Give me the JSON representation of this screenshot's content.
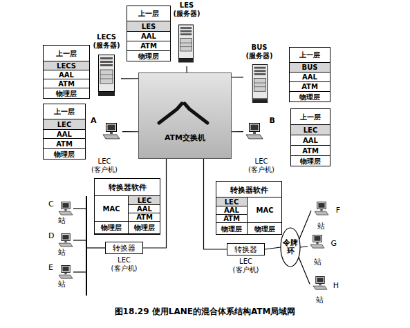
{
  "diagram": {
    "caption": "图18.29 使用LANE的混合体系结构ATM局域网",
    "nodes": [
      {
        "text": [
          "LES (服务器)"
        ]
      },
      {
        "text": [
          "上一层"
        ]
      },
      {
        "text": [
          "LES"
        ]
      },
      {
        "text": [
          "AAL"
        ]
      },
      {
        "text": [
          "ATM"
        ]
      },
      {
        "text": [
          "物理层"
        ]
      },
      {
        "text": [
          "LECS (服务器)"
        ]
      },
      {
        "text": [
          "上一层"
        ]
      },
      {
        "text": [
          "LECS"
        ]
      },
      {
        "text": [
          "AAL"
        ]
      },
      {
        "text": [
          "ATM"
        ]
      },
      {
        "text": [
          "物理层"
        ]
      },
      {
        "text": [
          "BUS (服务器)"
        ]
      },
      {
        "text": [
          "上一层"
        ]
      },
      {
        "text": [
          "BUS"
        ]
      },
      {
        "text": [
          "AAL"
        ]
      },
      {
        "text": [
          "ATM"
        ]
      },
      {
        "text": [
          "物理层"
        ]
      },
      {
        "text": [
          "ATM交换机"
        ]
      },
      {
        "text": [
          "上一层"
        ]
      },
      {
        "text": [
          "LEC"
        ]
      },
      {
        "text": [
          "AAL"
        ]
      },
      {
        "text": [
          "ATM"
        ]
      },
      {
        "text": [
          "物理层"
        ]
      },
      {
        "text": [
          "A",
          "LEC (客户机)"
        ]
      },
      {
        "text": [
          "B",
          "LEC (客户机)"
        ]
      },
      {
        "text": [
          "上一层"
        ]
      },
      {
        "text": [
          "LEC"
        ]
      },
      {
        "text": [
          "AAL"
        ]
      },
      {
        "text": [
          "ATM"
        ]
      },
      {
        "text": [
          "物理层"
        ]
      },
      {
        "text": [
          "转换器软件"
        ]
      },
      {
        "text": [
          "MAC"
        ],
        "in": 31
      },
      {
        "text": [
          "LEC"
        ],
        "in": 31
      },
      {
        "text": [
          "AAL"
        ],
        "in": 31
      },
      {
        "text": [
          "ATM"
        ],
        "in": 31
      },
      {
        "text": [
          "物理层"
        ],
        "in": 31
      },
      {
        "text": [
          "物理层"
        ],
        "in": 31
      },
      {
        "text": [
          "C",
          "站"
        ]
      },
      {
        "text": [
          "D",
          "站"
        ]
      },
      {
        "text": [
          "E",
          "站"
        ]
      },
      {
        "text": [
          "转换器",
          "LEC (客户机)"
        ]
      },
      {
        "text": [
          "转换器软件"
        ]
      },
      {
        "text": [
          "LEC"
        ],
        "in": 42
      },
      {
        "text": [
          "AAL"
        ],
        "in": 42
      },
      {
        "text": [
          "ATM"
        ],
        "in": 42
      },
      {
        "text": [
          "MAC"
        ],
        "in": 42
      },
      {
        "text": [
          "物理层"
        ],
        "in": 42
      },
      {
        "text": [
          "物理层"
        ],
        "in": 42
      },
      {
        "text": [
          "转换器",
          "LEC (客户机)"
        ]
      },
      {
        "text": [
          "令牌环"
        ]
      },
      {
        "text": [
          "F",
          "站"
        ]
      },
      {
        "text": [
          "G",
          "站"
        ]
      },
      {
        "text": [
          "H",
          "站"
        ]
      }
    ],
    "edges": [
      {
        "from": 0,
        "to": 18,
        "arrow": "none"
      },
      {
        "from": 6,
        "to": 18,
        "arrow": "none"
      },
      {
        "from": 12,
        "to": 18,
        "arrow": "none"
      },
      {
        "from": 24,
        "to": 18,
        "arrow": "none"
      },
      {
        "from": 25,
        "to": 18,
        "arrow": "none"
      },
      {
        "from": 18,
        "to": 41,
        "arrow": "none"
      },
      {
        "from": 18,
        "to": 49,
        "arrow": "none"
      },
      {
        "from": 49,
        "to": 50,
        "arrow": "none"
      },
      {
        "from": 50,
        "to": 51,
        "arrow": "none"
      },
      {
        "from": 50,
        "to": 52,
        "arrow": "none"
      },
      {
        "from": 50,
        "to": 53,
        "arrow": "none"
      }
    ]
  }
}
